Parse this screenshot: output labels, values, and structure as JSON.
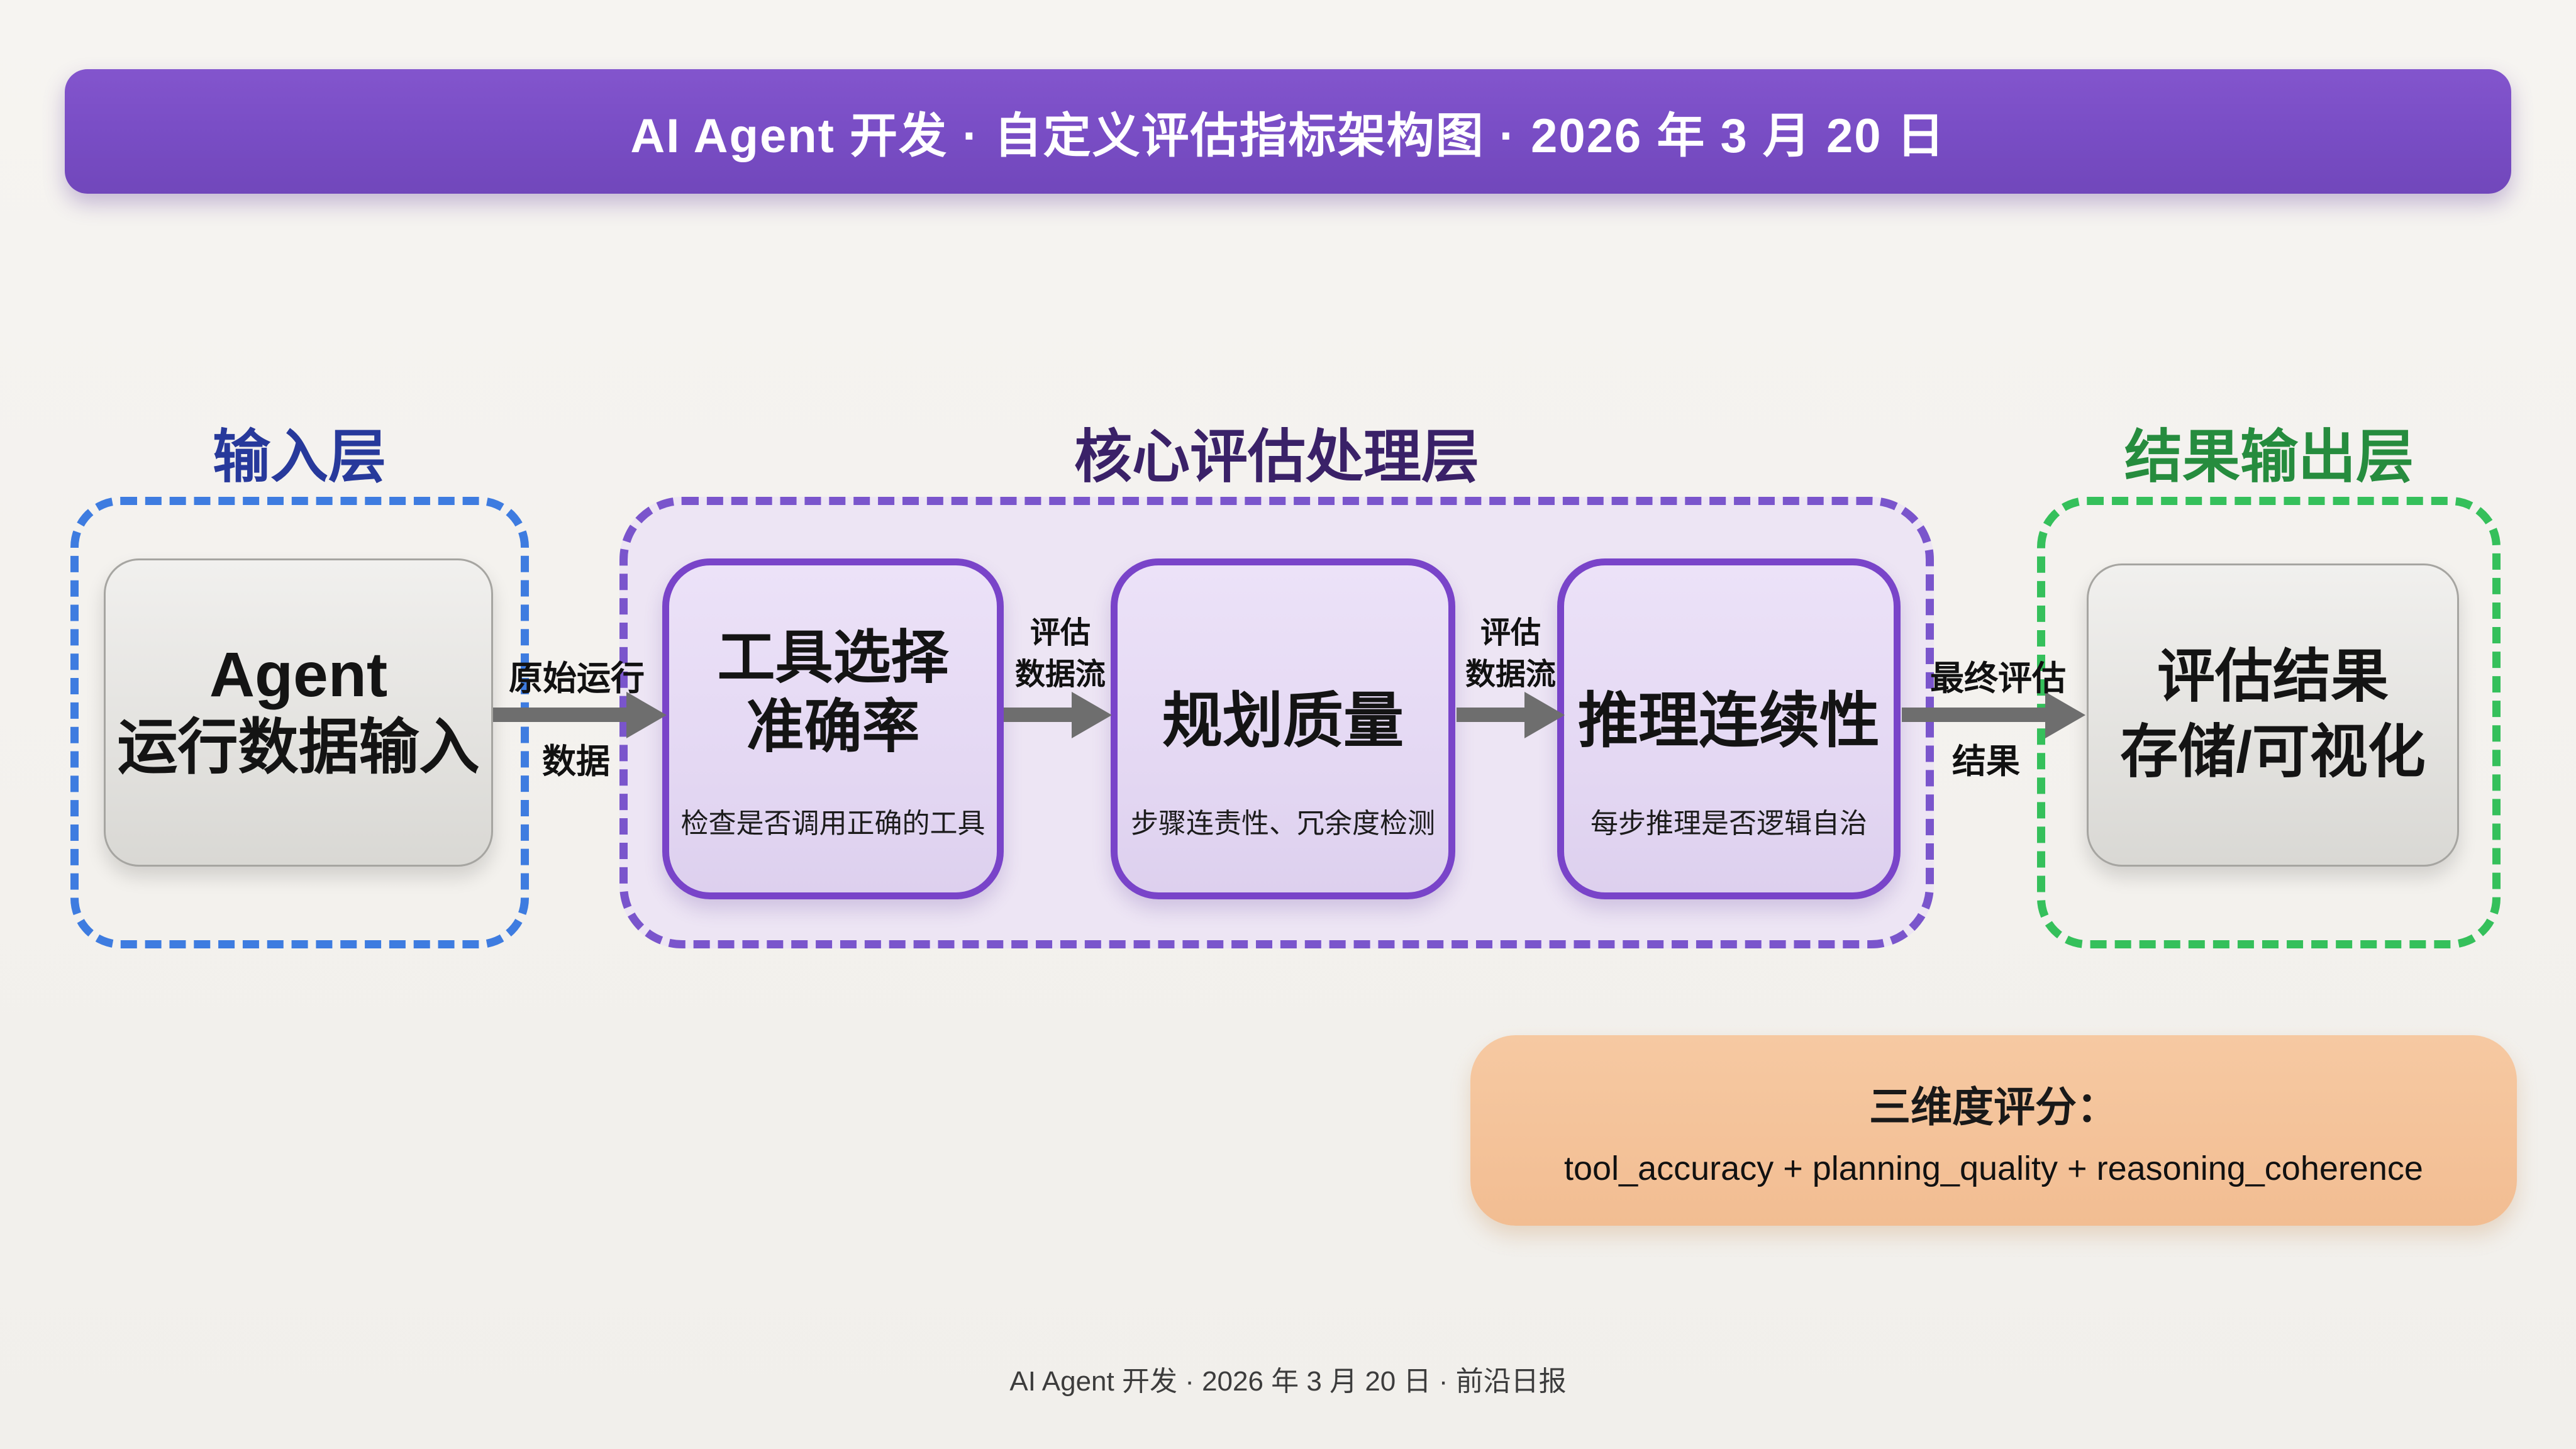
{
  "banner": {
    "title": "AI Agent 开发 · 自定义评估指标架构图 · 2026 年 3 月 20 日"
  },
  "layers": {
    "input": {
      "title": "输入层",
      "node": {
        "line1": "Agent",
        "line2": "运行数据输入"
      }
    },
    "core": {
      "title": "核心评估处理层",
      "nodes": [
        {
          "line1": "工具选择",
          "line2": "准确率",
          "subtitle": "检查是否调用正确的工具"
        },
        {
          "line1": "规划质量",
          "subtitle": "步骤连责性、冗余度检测"
        },
        {
          "line1": "推理连续性",
          "subtitle": "每步推理是否逻辑自治"
        }
      ]
    },
    "output": {
      "title": "结果输出层",
      "node": {
        "line1": "评估结果",
        "line2": "存储/可视化"
      }
    }
  },
  "arrows": [
    {
      "label_top": "原始运行",
      "label_bottom": "数据"
    },
    {
      "label_top": "评估",
      "label_bottom": "数据流"
    },
    {
      "label_top": "评估",
      "label_bottom": "数据流"
    },
    {
      "label_top": "最终评估",
      "label_bottom": "结果"
    }
  ],
  "summary": {
    "title": "三维度评分：",
    "formula": "tool_accuracy + planning_quality + reasoning_coherence"
  },
  "footer": {
    "text": "AI Agent 开发 · 2026 年 3 月 20 日 · 前沿日报"
  },
  "colors": {
    "banner_bg": "#7a4ec6",
    "input_title": "#27399b",
    "core_title": "#3a2168",
    "output_title": "#268c3e",
    "input_dash": "#3e7ce0",
    "core_dash": "#7a55cc",
    "output_dash": "#35c05b",
    "core_panel_fill": "#e9e0f6",
    "core_node_border": "#7944c9",
    "core_node_fill": "#e4d8f3",
    "gray_node_fill": "#e4e3e0",
    "arrow": "#6e6e6e",
    "summary_bg": "#f2bd92",
    "background": "#f3f1ed"
  }
}
